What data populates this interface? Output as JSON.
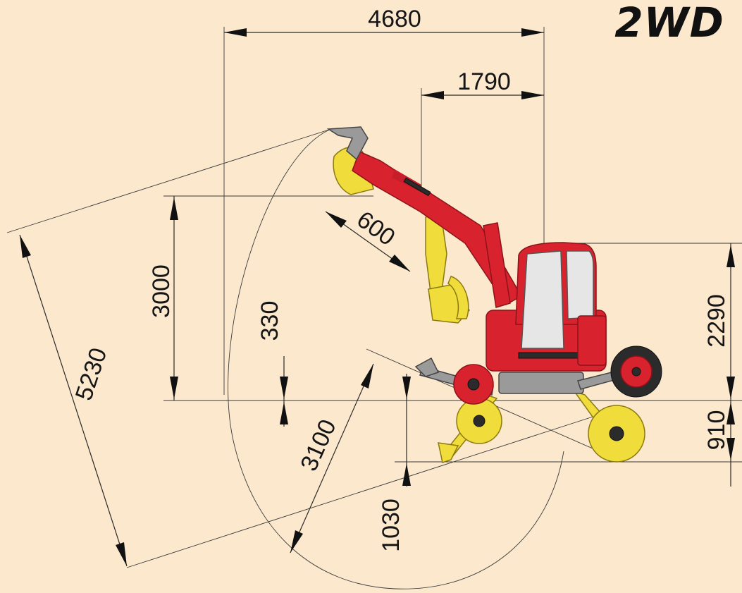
{
  "badge": "2WD",
  "dimensions": {
    "overall_reach_width": "4680",
    "front_overhang": "1790",
    "dump_height": "3000",
    "clearance_small": "330",
    "max_reach": "5230",
    "dig_depth": "3100",
    "lower_depth": "1030",
    "cab_height": "2290",
    "wheel_drop": "910",
    "bucket_offset": "600"
  },
  "colors": {
    "background": "#fbe8cd",
    "machine_red": "#d8232f",
    "attachment_yellow": "#f0dc3a",
    "dimension_lines": "#2a2a2a"
  }
}
